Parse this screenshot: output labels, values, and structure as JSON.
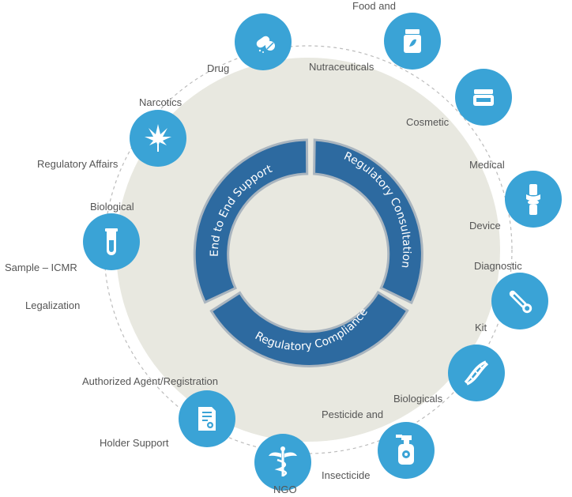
{
  "colors": {
    "disc": "#e8e8e0",
    "ring": "#2d6aa0",
    "ring_border": "#aab5bf",
    "icon_circle": "#3aa3d6",
    "dash": "#bcbcbc",
    "label": "#555555"
  },
  "hub": {
    "segments": [
      {
        "label": "End to End Support"
      },
      {
        "label": "Regulatory Consultation"
      },
      {
        "label": "Regulatory Compliance"
      }
    ]
  },
  "nodes": [
    {
      "icon": "capsule-pills-icon",
      "labels": [
        "Drug"
      ]
    },
    {
      "icon": "supplement-jar-icon",
      "labels": [
        "Food and",
        "Nutraceuticals"
      ]
    },
    {
      "icon": "cosmetic-cream-icon",
      "labels": [
        "Cosmetic"
      ]
    },
    {
      "icon": "knee-joint-icon",
      "labels": [
        "Medical",
        "Device"
      ]
    },
    {
      "icon": "thermometer-icon",
      "labels": [
        "Diagnostic",
        "Kit"
      ]
    },
    {
      "icon": "dna-icon",
      "labels": [
        "Biologicals"
      ]
    },
    {
      "icon": "spray-bottle-icon",
      "labels": [
        "Pesticide and",
        "Insecticide"
      ]
    },
    {
      "icon": "caduceus-icon",
      "labels": [
        "NGO"
      ]
    },
    {
      "icon": "certificate-icon",
      "labels": [
        "Authorized Agent/Registration",
        "Holder Support"
      ]
    },
    {
      "icon": "test-tube-icon",
      "labels": [
        "Biological",
        "Sample – ICMR",
        "Legalization"
      ]
    },
    {
      "icon": "cannabis-leaf-icon",
      "labels": [
        "Narcotics",
        "Regulatory Affairs"
      ]
    }
  ]
}
